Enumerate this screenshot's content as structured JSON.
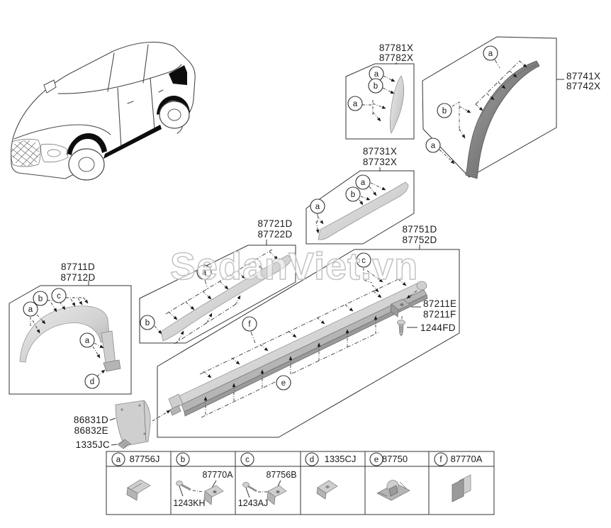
{
  "watermark": "SedanViet.vn",
  "letters": {
    "a": "a",
    "b": "b",
    "c": "c",
    "d": "d",
    "e": "e",
    "f": "f"
  },
  "boxes": [
    {
      "line1": "87781X",
      "line2": "87782X"
    },
    {
      "line1": "87741X",
      "line2": "87742X"
    },
    {
      "line1": "87731X",
      "line2": "87732X"
    },
    {
      "line1": "87721D",
      "line2": "87722D"
    },
    {
      "line1": "87751D",
      "line2": "87752D"
    },
    {
      "line1": "87711D",
      "line2": "87712D"
    }
  ],
  "annotations": {
    "bracket_line1": "87211E",
    "bracket_line2": "87211F",
    "screw": "1244FD",
    "mudguard_line1": "86831D",
    "mudguard_line2": "86832E",
    "mudguard_clip": "1335JC"
  },
  "legend": {
    "cells": [
      {
        "letter": "a",
        "part": "87756J"
      },
      {
        "letter": "b",
        "bracket_part": "87770A",
        "screw_part": "1243KH"
      },
      {
        "letter": "c",
        "bracket_part": "87756B",
        "screw_part": "1243AJ"
      },
      {
        "letter": "d",
        "part": "1335CJ"
      },
      {
        "letter": "e",
        "part": "87750"
      },
      {
        "letter": "f",
        "part": "87770A"
      }
    ]
  },
  "colors": {
    "line": "#333333",
    "part_light": "#d8d8d8",
    "part_dark": "#6f6f6f",
    "accent_black": "#0d0d0d",
    "watermark_gray": "#c3c3c3"
  }
}
